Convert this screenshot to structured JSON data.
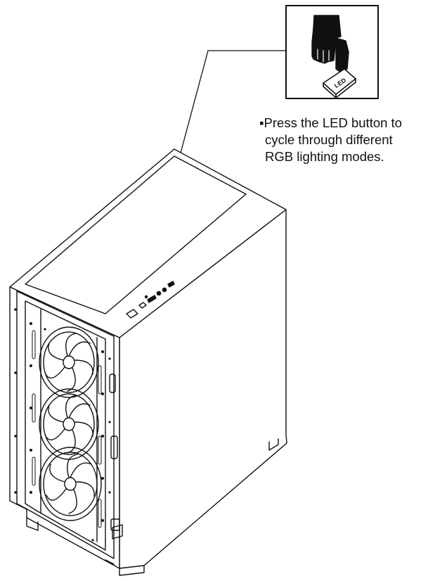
{
  "callout": {
    "button_label": "LED",
    "instruction_lines": [
      "▪Press the LED button to",
      "cycle through different",
      "RGB lighting modes."
    ]
  },
  "icons": [
    "hand-pressing-icon",
    "led-button-icon"
  ],
  "colors": {
    "line": "#111111",
    "background": "#ffffff"
  }
}
